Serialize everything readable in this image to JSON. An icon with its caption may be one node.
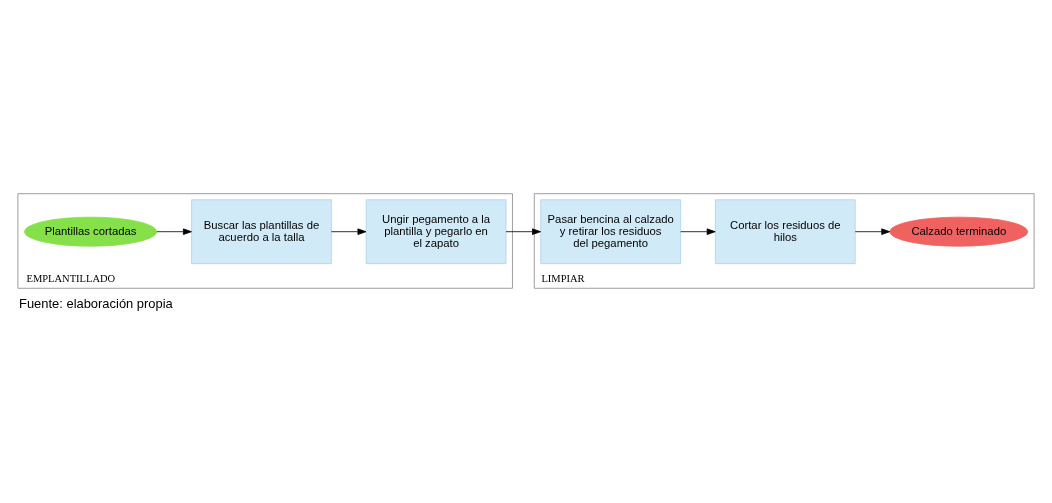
{
  "diagram": {
    "caption": "Fuente: elaboración propia",
    "nodes": [
      {
        "text": [
          "EMPLANTILLADO"
        ]
      },
      {
        "text": [
          "Plantillas cortadas"
        ],
        "in": 0
      },
      {
        "text": [
          "Buscar las plantillas de acuerdo a la talla"
        ],
        "in": 0
      },
      {
        "text": [
          "Ungir pegamento a la plantilla y pegarlo en el zapato"
        ],
        "in": 0
      },
      {
        "text": [
          "LIMPIAR"
        ]
      },
      {
        "text": [
          "Pasar bencina al calzado y retirar los residuos del pegamento"
        ],
        "in": 4
      },
      {
        "text": [
          "Cortar los residuos de hilos"
        ],
        "in": 4
      },
      {
        "text": [
          "Calzado terminado"
        ],
        "in": 4
      }
    ],
    "edges": [
      {
        "from": 1,
        "to": 2,
        "arrow": "to"
      },
      {
        "from": 2,
        "to": 3,
        "arrow": "to"
      },
      {
        "from": 3,
        "to": 5,
        "arrow": "to"
      },
      {
        "from": 5,
        "to": 6,
        "arrow": "to"
      },
      {
        "from": 6,
        "to": 7,
        "arrow": "to"
      }
    ]
  }
}
